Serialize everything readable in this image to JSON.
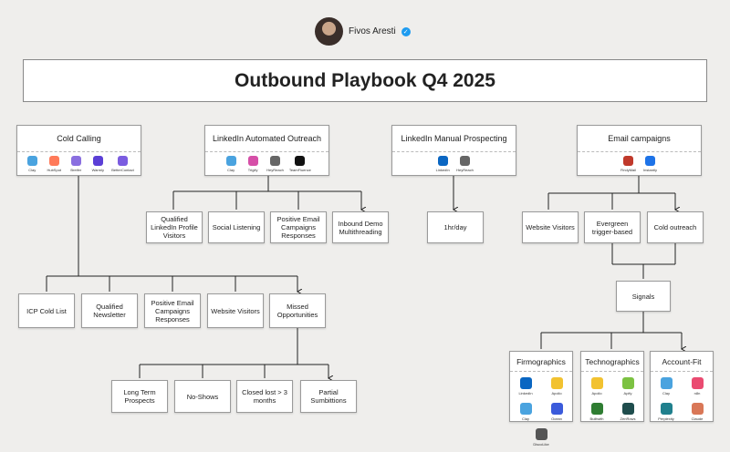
{
  "author": {
    "name": "Fivos Aresti"
  },
  "title": "Outbound Playbook Q4 2025",
  "channels": [
    {
      "title": "Cold Calling",
      "tools": [
        {
          "name": "Clay",
          "color": "#4aa3df"
        },
        {
          "name": "HubSpot",
          "color": "#ff7a59"
        },
        {
          "name": "Breifer",
          "color": "#8a6fe0"
        },
        {
          "name": "Warmly",
          "color": "#5b3fd6"
        },
        {
          "name": "BetterContact",
          "color": "#7b5ce0"
        }
      ]
    },
    {
      "title": "LinkedIn Automated Outreach",
      "tools": [
        {
          "name": "Clay",
          "color": "#4aa3df"
        },
        {
          "name": "Trigify",
          "color": "#d64fa8"
        },
        {
          "name": "HeyReach",
          "color": "#666666"
        },
        {
          "name": "TeamFluence",
          "color": "#111111"
        }
      ]
    },
    {
      "title": "LinkedIn Manual Prospecting",
      "tools": [
        {
          "name": "LinkedIn",
          "color": "#0a66c2"
        },
        {
          "name": "HeyReach",
          "color": "#666666"
        }
      ]
    },
    {
      "title": "Email campaigns",
      "tools": [
        {
          "name": "FindyMail",
          "color": "#c0392b"
        },
        {
          "name": "Instantly",
          "color": "#1e73e8"
        }
      ]
    }
  ],
  "linkedin_auto_items": [
    "Qualified LinkedIn Profile Visitors",
    "Social Listening",
    "Positive Email Campaigns Responses",
    "Inbound Demo Multithreading"
  ],
  "linkedin_manual_items": [
    "1hr/day"
  ],
  "email_items": [
    "Website Visitors",
    "Evergreen trigger-based",
    "Cold outreach"
  ],
  "signals": "Signals",
  "signal_groups": [
    {
      "title": "Firmographics",
      "tools": [
        {
          "name": "LinkedIn",
          "color": "#0a66c2"
        },
        {
          "name": "Apollo",
          "color": "#f2c230"
        },
        {
          "name": "Clay",
          "color": "#4aa3df"
        },
        {
          "name": "Ocean",
          "color": "#3b5bdb"
        },
        {
          "name": "DiscoLike",
          "color": "#555555"
        }
      ]
    },
    {
      "title": "Technographics",
      "tools": [
        {
          "name": "Apollo",
          "color": "#f2c230"
        },
        {
          "name": "Apify",
          "color": "#7cc242"
        },
        {
          "name": "Builtwith",
          "color": "#2f7d32"
        },
        {
          "name": "ZenRows",
          "color": "#1f4d4d"
        }
      ]
    },
    {
      "title": "Account-Fit",
      "tools": [
        {
          "name": "Clay",
          "color": "#4aa3df"
        },
        {
          "name": "n8n",
          "color": "#ea4b71"
        },
        {
          "name": "Perplexity",
          "color": "#20808d"
        },
        {
          "name": "Claude",
          "color": "#d97757"
        }
      ]
    }
  ],
  "cold_calling_items": [
    "ICP Cold List",
    "Qualified Newsletter",
    "Positive Email Campaigns Responses",
    "Website Visitors",
    "Missed Opportunities"
  ],
  "missed_items": [
    "Long Term Prospects",
    "No-Shows",
    "Closed lost > 3 months",
    "Partial Sumbittions"
  ]
}
